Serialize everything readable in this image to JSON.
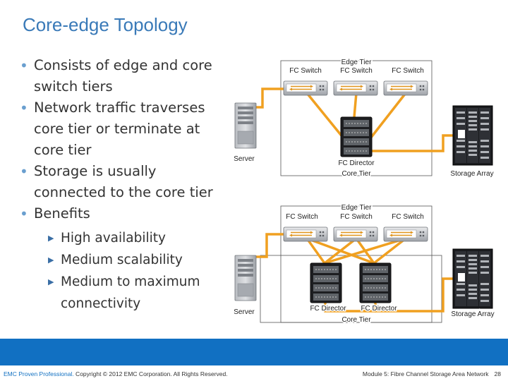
{
  "title": "Core-edge Topology",
  "bullets": [
    "Consists of edge and core switch tiers",
    "Network traffic traverses core tier or terminate at core tier",
    "Storage is usually connected to the core tier",
    "Benefits"
  ],
  "benefits": [
    "High availability",
    "Medium scalability",
    "Medium to maximum connectivity"
  ],
  "diagram1": {
    "server": "Server",
    "edge_tier": "Edge Tier",
    "switch_left": "FC Switch",
    "switch_mid": "FC Switch",
    "switch_right": "FC Switch",
    "director": "FC Director",
    "core_tier": "Core Tier",
    "storage": "Storage Array"
  },
  "diagram2": {
    "server": "Server",
    "edge_tier": "Edge Tier",
    "switch_left": "FC Switch",
    "switch_mid": "FC Switch",
    "switch_right": "FC Switch",
    "director_left": "FC Director",
    "director_right": "FC Director",
    "core_tier": "Core Tier",
    "storage": "Storage Array"
  },
  "footer": {
    "brand": "EMC Proven Professional.",
    "copyright": " Copyright © 2012 EMC Corporation. All Rights Reserved.",
    "module": "Module 5: Fibre Channel Storage Area Network",
    "page": "28"
  },
  "colors": {
    "link": "#f0a020",
    "title": "#3a7ab8",
    "band": "#1170c2"
  }
}
